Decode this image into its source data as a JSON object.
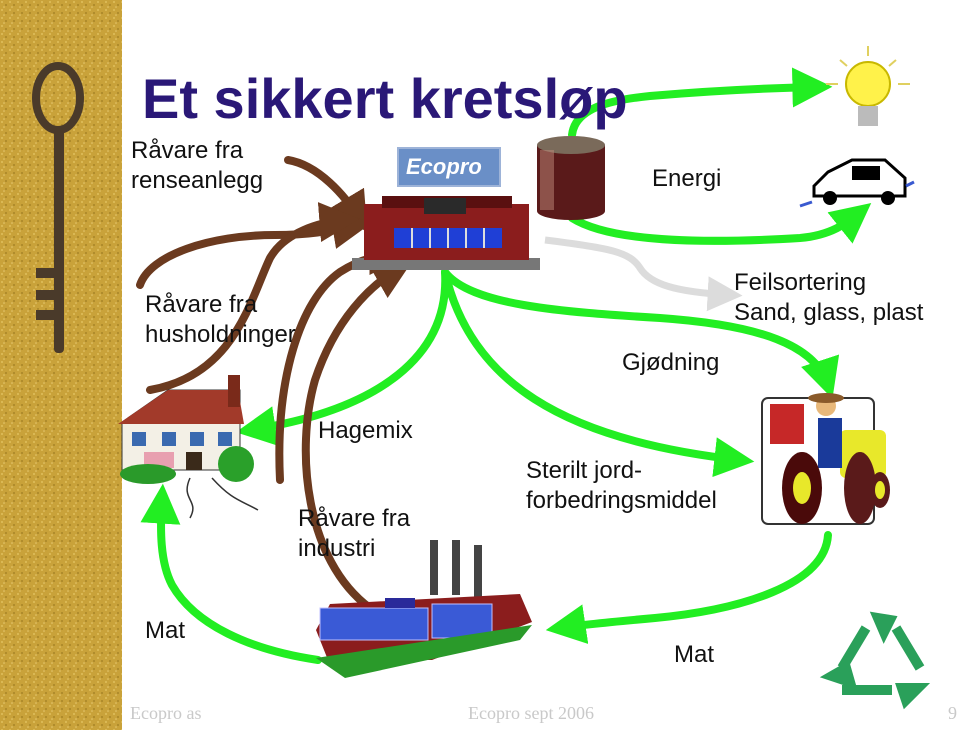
{
  "title": "Et sikkert kretsløp",
  "company_sign": "Ecopro",
  "labels": {
    "raw_sewage": "Råvare fra\nrenseanlegg",
    "raw_households": "Råvare fra\nhusholdninger",
    "raw_industry": "Råvare fra\nindustri",
    "energy": "Energi",
    "sorting": "Feilsortering\nSand, glass, plast",
    "fertilizer": "Gjødning",
    "garden_mix": "Hagemix",
    "soil_improver": "Sterilt jord-\nforbedringsmiddel",
    "food_left": "Mat",
    "food_bottom": "Mat"
  },
  "footer": {
    "left": "Ecopro as",
    "center": "Ecopro sept 2006",
    "page": "9"
  },
  "colors": {
    "title": "#2a1877",
    "green_arrow": "#22ee22",
    "brown_arrow": "#6b3a1f",
    "gray_arrow": "#dcdcdc",
    "left_band": "#c9a23a",
    "footer_text": "#c9c9c9"
  },
  "icons": [
    "key-icon",
    "lightbulb-icon",
    "car-icon",
    "plant-building-icon",
    "storage-tank-icon",
    "house-icon",
    "farmer-tractor-icon",
    "factory-icon",
    "recycle-icon"
  ]
}
